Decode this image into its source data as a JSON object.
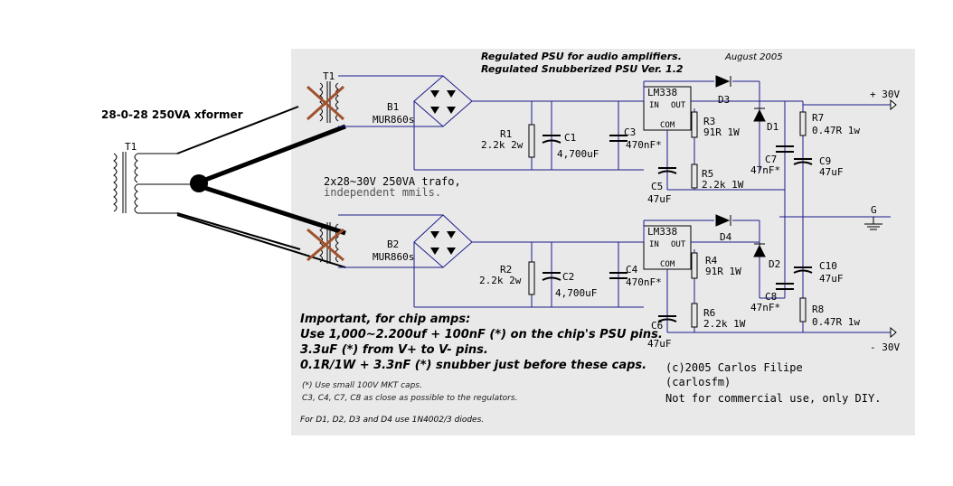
{
  "title": {
    "line1": "Regulated PSU for audio amplifiers.",
    "line2": "Regulated Snubberized PSU Ver. 1.2",
    "date": "August 2005"
  },
  "xformer_label": "28-0-28 250VA xformer",
  "trafo_note": "2x28~30V 250VA trafo,",
  "trafo_note2": "independent     mmils.",
  "components": {
    "t1_left": "T1",
    "t1_top": "T1",
    "b1": "B1",
    "b1_part": "MUR860s",
    "b2": "B2",
    "b2_part": "MUR860s",
    "r1": "R1",
    "r1_val": "2.2k 2w",
    "c1": "C1",
    "c1_val": "4,700uF",
    "c3": "C3",
    "c3_val": "470nF*",
    "lm1": "LM338",
    "lm1_in": "IN",
    "lm1_out": "OUT",
    "lm1_com": "COM",
    "r3": "R3",
    "r3_val": "91R 1W",
    "d1": "D1",
    "d3": "D3",
    "c5": "C5",
    "c5_val": "47uF",
    "r5": "R5",
    "r5_val": "2.2k 1W",
    "c7": "C7",
    "c7_val": "47nF*",
    "r7": "R7",
    "r7_val": "0.47R 1w",
    "c9": "C9",
    "c9_val": "47uF",
    "r2": "R2",
    "r2_val": "2.2k 2w",
    "c2": "C2",
    "c2_val": "4,700uF",
    "c4": "C4",
    "c4_val": "470nF*",
    "lm2": "LM338",
    "lm2_in": "IN",
    "lm2_out": "OUT",
    "lm2_com": "COM",
    "r4": "R4",
    "r4_val": "91R 1W",
    "d2": "D2",
    "d4": "D4",
    "c6": "C6",
    "c6_val": "47uF",
    "r6": "R6",
    "r6_val": "2.2k 1W",
    "c8": "C8",
    "c8_val": "47nF*",
    "c10": "C10",
    "c10_val": "47uF",
    "r8": "R8",
    "r8_val": "0.47R 1w",
    "g": "G",
    "v_pos": "+ 30V",
    "v_neg": "- 30V"
  },
  "notes": {
    "important_title": "Important, for chip amps:",
    "line1": "Use 1,000~2.200uf + 100nF (*) on the chip's PSU pins.",
    "line2": "3.3uF (*) from V+ to V- pins.",
    "line3": "0.1R/1W + 3.3nF (*) snubber just before these caps.",
    "small1": "(*) Use small 100V MKT caps.",
    "small2": "C3, C4, C7, C8 as close as possible to the regulators.",
    "diodes": "For D1, D2, D3 and D4 use 1N4002/3 diodes."
  },
  "credits": {
    "copyright": "(c)2005 Carlos Filipe",
    "handle": "(carlosfm)",
    "license": "Not for commercial use, only DIY."
  },
  "colors": {
    "panel": "#e9e9e9",
    "wire": "#1a1a8c",
    "cross": "#a0522d",
    "note_small": "#1a1a1a"
  }
}
